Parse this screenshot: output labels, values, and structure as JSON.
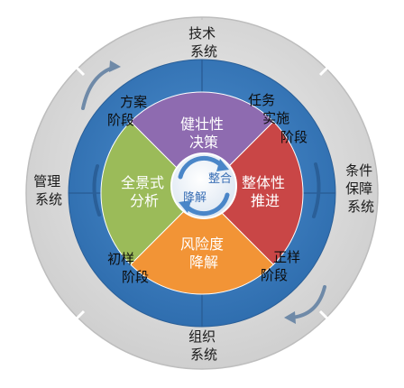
{
  "outer_ring": {
    "top": [
      "技术",
      "系统"
    ],
    "right": [
      "条件",
      "保障",
      "系统"
    ],
    "bottom": [
      "组织",
      "系统"
    ],
    "left": [
      "管理",
      "系统"
    ]
  },
  "middle_ring": {
    "top_left": [
      "方案",
      "阶段"
    ],
    "top_right": [
      "任务",
      "实施",
      "阶段"
    ],
    "bottom_left": [
      "初样",
      "阶段"
    ],
    "bottom_right": [
      "正样",
      "阶段"
    ]
  },
  "sectors": {
    "top": [
      "健壮性",
      "决策"
    ],
    "right": [
      "整体性",
      "推进"
    ],
    "bottom": [
      "风险度",
      "降解"
    ],
    "left": [
      "全景式",
      "分析"
    ]
  },
  "core": {
    "label_1": "整合",
    "label_2": "降解"
  },
  "colors": {
    "outer_ring": "#d6d6d6",
    "middle_ring": "#3f7fc0",
    "sector_top": "#8e6bb0",
    "sector_right": "#c94646",
    "sector_bottom": "#f29436",
    "sector_left": "#9bbb59",
    "core": "#ffffff",
    "core_arrows": "#4a86c8"
  },
  "icons": {
    "outer_arrows": "curved-arrow-icon",
    "core_cycle": "cycle-arrows-icon"
  }
}
